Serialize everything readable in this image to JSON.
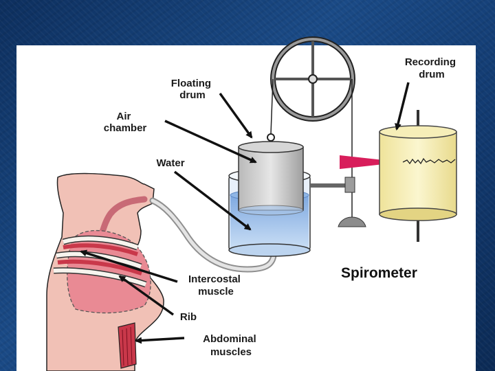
{
  "labels": {
    "floating_drum": [
      "Floating",
      "drum"
    ],
    "air_chamber": [
      "Air",
      "chamber"
    ],
    "water": "Water",
    "recording_drum": [
      "Recording",
      "drum"
    ],
    "intercostal": [
      "Intercostal",
      "muscle"
    ],
    "rib": "Rib",
    "abdominal": [
      "Abdominal",
      "muscles"
    ],
    "title": "Spirometer"
  },
  "colors": {
    "slide_background": "#1a4a86",
    "panel": "#ffffff",
    "water": "#a9c9ee",
    "drum_paper": "#f7f0b8",
    "skin": "#f1c1b6",
    "lung": "#e98a94",
    "arrow": "#111111",
    "pointer": "#d81e5b"
  },
  "icons": [
    "pulley-wheel-icon",
    "stylus-pointer-icon"
  ]
}
